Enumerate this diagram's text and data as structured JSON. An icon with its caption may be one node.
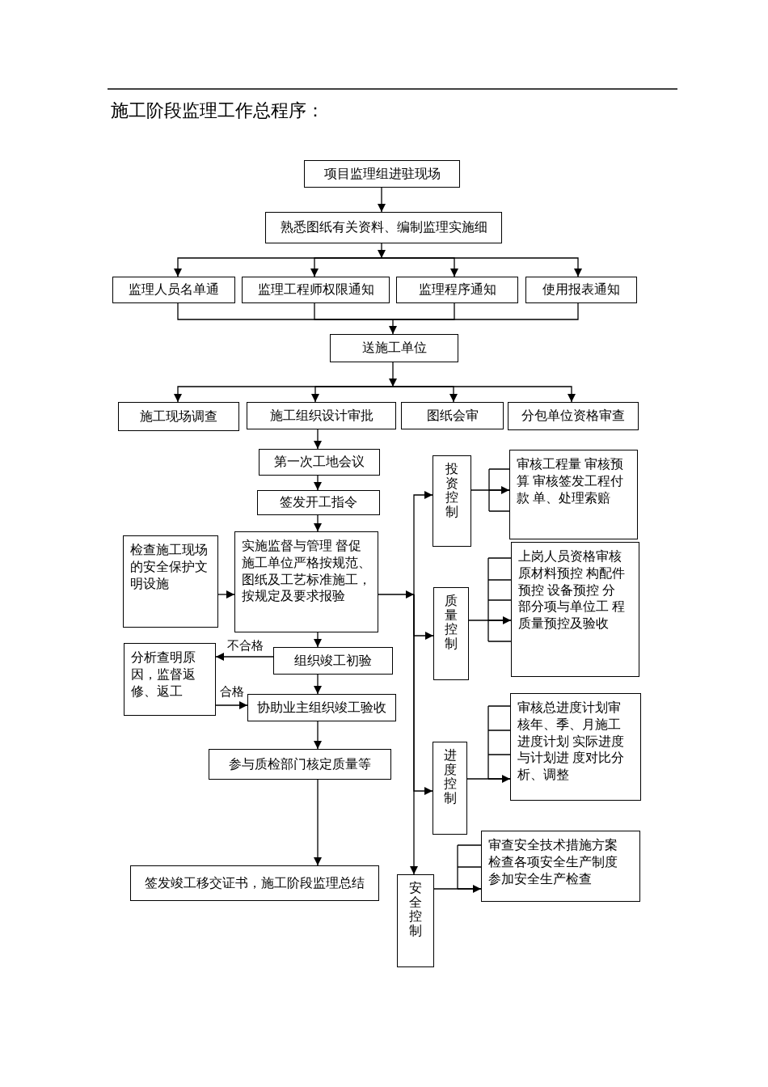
{
  "diagram": {
    "title": "施工阶段监理工作总程序：",
    "nodes": [
      {
        "text": [
          "项目监理组进驻现场"
        ]
      },
      {
        "text": [
          "熟悉图纸有关资料、编制监理实施细"
        ]
      },
      {
        "text": [
          "监理人员名单通"
        ]
      },
      {
        "text": [
          "监理工程师权限通知"
        ]
      },
      {
        "text": [
          "监理程序通知"
        ]
      },
      {
        "text": [
          "使用报表通知"
        ]
      },
      {
        "text": [
          "送施工单位"
        ]
      },
      {
        "text": [
          "施工现场调查"
        ]
      },
      {
        "text": [
          "施工组织设计审批"
        ]
      },
      {
        "text": [
          "图纸会审"
        ]
      },
      {
        "text": [
          "分包单位资格审查"
        ]
      },
      {
        "text": [
          "第一次工地会议"
        ]
      },
      {
        "text": [
          "签发开工指令"
        ]
      },
      {
        "text": [
          "检查施工现场的安全保护文明设施"
        ]
      },
      {
        "text": [
          "实施监督与管理 督促施工单位严格按规范、图纸及工艺标准施工，按规定及要求报验"
        ]
      },
      {
        "text": [
          "分析查明原因，监督返修、返工"
        ]
      },
      {
        "text": [
          "组织竣工初验"
        ]
      },
      {
        "text": [
          "协助业主组织竣工验收"
        ]
      },
      {
        "text": [
          "参与质检部门核定质量等"
        ]
      },
      {
        "text": [
          "签发竣工移交证书，施工阶段监理总结"
        ]
      },
      {
        "text": [
          "投资控制"
        ]
      },
      {
        "text": [
          "审核工程量 审核预算 审核签发工程付款 单、处理索赔"
        ]
      },
      {
        "text": [
          "质量控制"
        ]
      },
      {
        "text": [
          "上岗人员资格审核原材料预控 构配件预控 设备预控 分部分项与单位工 程质量预控及验收"
        ]
      },
      {
        "text": [
          "进度控制"
        ]
      },
      {
        "text": [
          "审核总进度计划审核年、季、月施工进度计划 实际进度与计划进 度对比分析、调整"
        ]
      },
      {
        "text": [
          "安全控制"
        ]
      },
      {
        "text": [
          "审查安全技术措施方案检查各项安全生产制度参加安全生产检查"
        ]
      }
    ],
    "edges": [
      {
        "from": 0,
        "to": 1,
        "arrow": "to"
      },
      {
        "from": 1,
        "to": 2,
        "arrow": "to"
      },
      {
        "from": 1,
        "to": 3,
        "arrow": "to"
      },
      {
        "from": 1,
        "to": 4,
        "arrow": "to"
      },
      {
        "from": 1,
        "to": 5,
        "arrow": "to"
      },
      {
        "from": 2,
        "to": 6,
        "arrow": "to"
      },
      {
        "from": 3,
        "to": 6,
        "arrow": "to"
      },
      {
        "from": 4,
        "to": 6,
        "arrow": "to"
      },
      {
        "from": 5,
        "to": 6,
        "arrow": "to"
      },
      {
        "from": 6,
        "to": 7,
        "arrow": "to"
      },
      {
        "from": 6,
        "to": 8,
        "arrow": "to"
      },
      {
        "from": 6,
        "to": 9,
        "arrow": "to"
      },
      {
        "from": 6,
        "to": 10,
        "arrow": "to"
      },
      {
        "from": 8,
        "to": 11,
        "arrow": "to"
      },
      {
        "from": 11,
        "to": 12,
        "arrow": "to"
      },
      {
        "from": 12,
        "to": 14,
        "arrow": "to"
      },
      {
        "from": 13,
        "to": 14,
        "arrow": "to"
      },
      {
        "from": 14,
        "to": 16,
        "arrow": "to"
      },
      {
        "from": 16,
        "to": 15,
        "arrow": "to",
        "label": "不合格"
      },
      {
        "from": 15,
        "to": 17,
        "arrow": "to",
        "label": "合格"
      },
      {
        "from": 16,
        "to": 17,
        "arrow": "to"
      },
      {
        "from": 17,
        "to": 18,
        "arrow": "to"
      },
      {
        "from": 18,
        "to": 19,
        "arrow": "to"
      },
      {
        "from": 14,
        "to": 20,
        "arrow": "to"
      },
      {
        "from": 14,
        "to": 22,
        "arrow": "to"
      },
      {
        "from": 14,
        "to": 24,
        "arrow": "to"
      },
      {
        "from": 14,
        "to": 26,
        "arrow": "to"
      },
      {
        "from": 20,
        "to": 21,
        "arrow": "to"
      },
      {
        "from": 22,
        "to": 23,
        "arrow": "to"
      },
      {
        "from": 24,
        "to": 25,
        "arrow": "to"
      },
      {
        "from": 26,
        "to": 27,
        "arrow": "to"
      }
    ]
  }
}
